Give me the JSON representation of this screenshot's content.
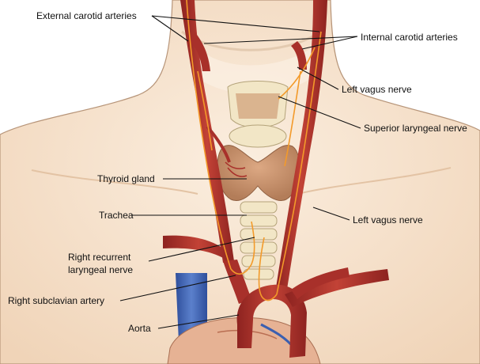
{
  "labels": {
    "external_carotid": "External carotid arteries",
    "internal_carotid": "Internal carotid arteries",
    "left_vagus_upper": "Left vagus nerve",
    "superior_laryngeal": "Superior laryngeal nerve",
    "thyroid_gland": "Thyroid gland",
    "trachea": "Trachea",
    "left_vagus_lower": "Left vagus nerve",
    "right_recurrent_line1": "Right recurrent",
    "right_recurrent_line2": "laryngeal nerve",
    "right_subclavian": "Right subclavian artery",
    "aorta": "Aorta"
  },
  "colors": {
    "skin": "#f5dfc6",
    "skin_edge": "#b79579",
    "artery": "#a8302a",
    "artery_highlight": "#d66a5d",
    "nerve": "#f39a2a",
    "thyroid": "#c9936a",
    "cartilage": "#f2e6c6",
    "vein": "#3b5fb0",
    "heart": "#e9b89b",
    "leader": "#111111"
  }
}
